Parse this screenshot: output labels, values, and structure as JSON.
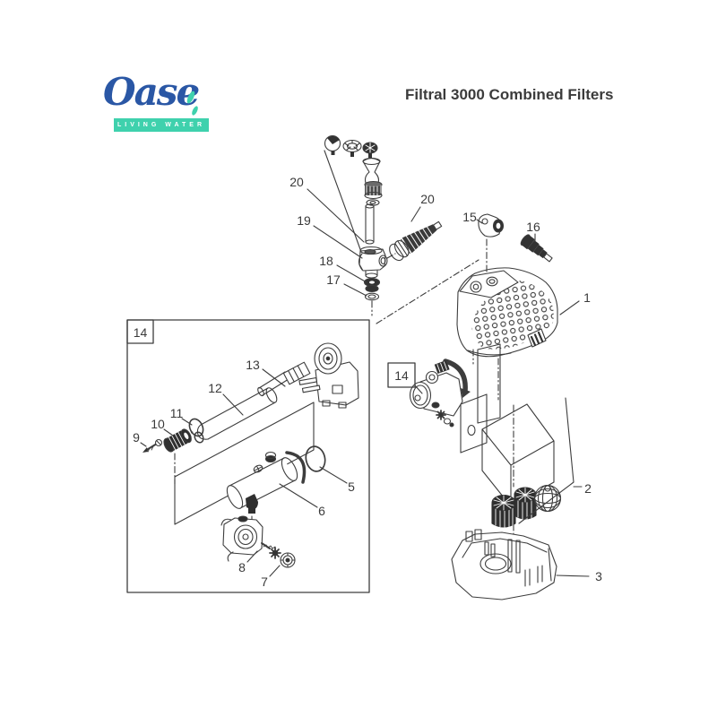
{
  "logo": {
    "brand": "Oase",
    "tagline": "LIVING WATER",
    "brand_color": "#2a57a5",
    "accent_color": "#3fd1ad"
  },
  "header": {
    "title": "Filtral 3000 Combined Filters"
  },
  "diagram": {
    "type": "exploded-parts-diagram",
    "line_color": "#3d3d3d",
    "labels": [
      {
        "text": "20"
      },
      {
        "text": "19"
      },
      {
        "text": "18"
      },
      {
        "text": "17"
      },
      {
        "text": "20"
      },
      {
        "text": "15"
      },
      {
        "text": "16"
      },
      {
        "text": "1"
      },
      {
        "text": "14"
      },
      {
        "text": "13"
      },
      {
        "text": "12"
      },
      {
        "text": "11"
      },
      {
        "text": "10"
      },
      {
        "text": "9"
      },
      {
        "text": "5"
      },
      {
        "text": "6"
      },
      {
        "text": "8"
      },
      {
        "text": "7"
      },
      {
        "text": "14"
      },
      {
        "text": "2"
      },
      {
        "text": "3"
      }
    ]
  }
}
